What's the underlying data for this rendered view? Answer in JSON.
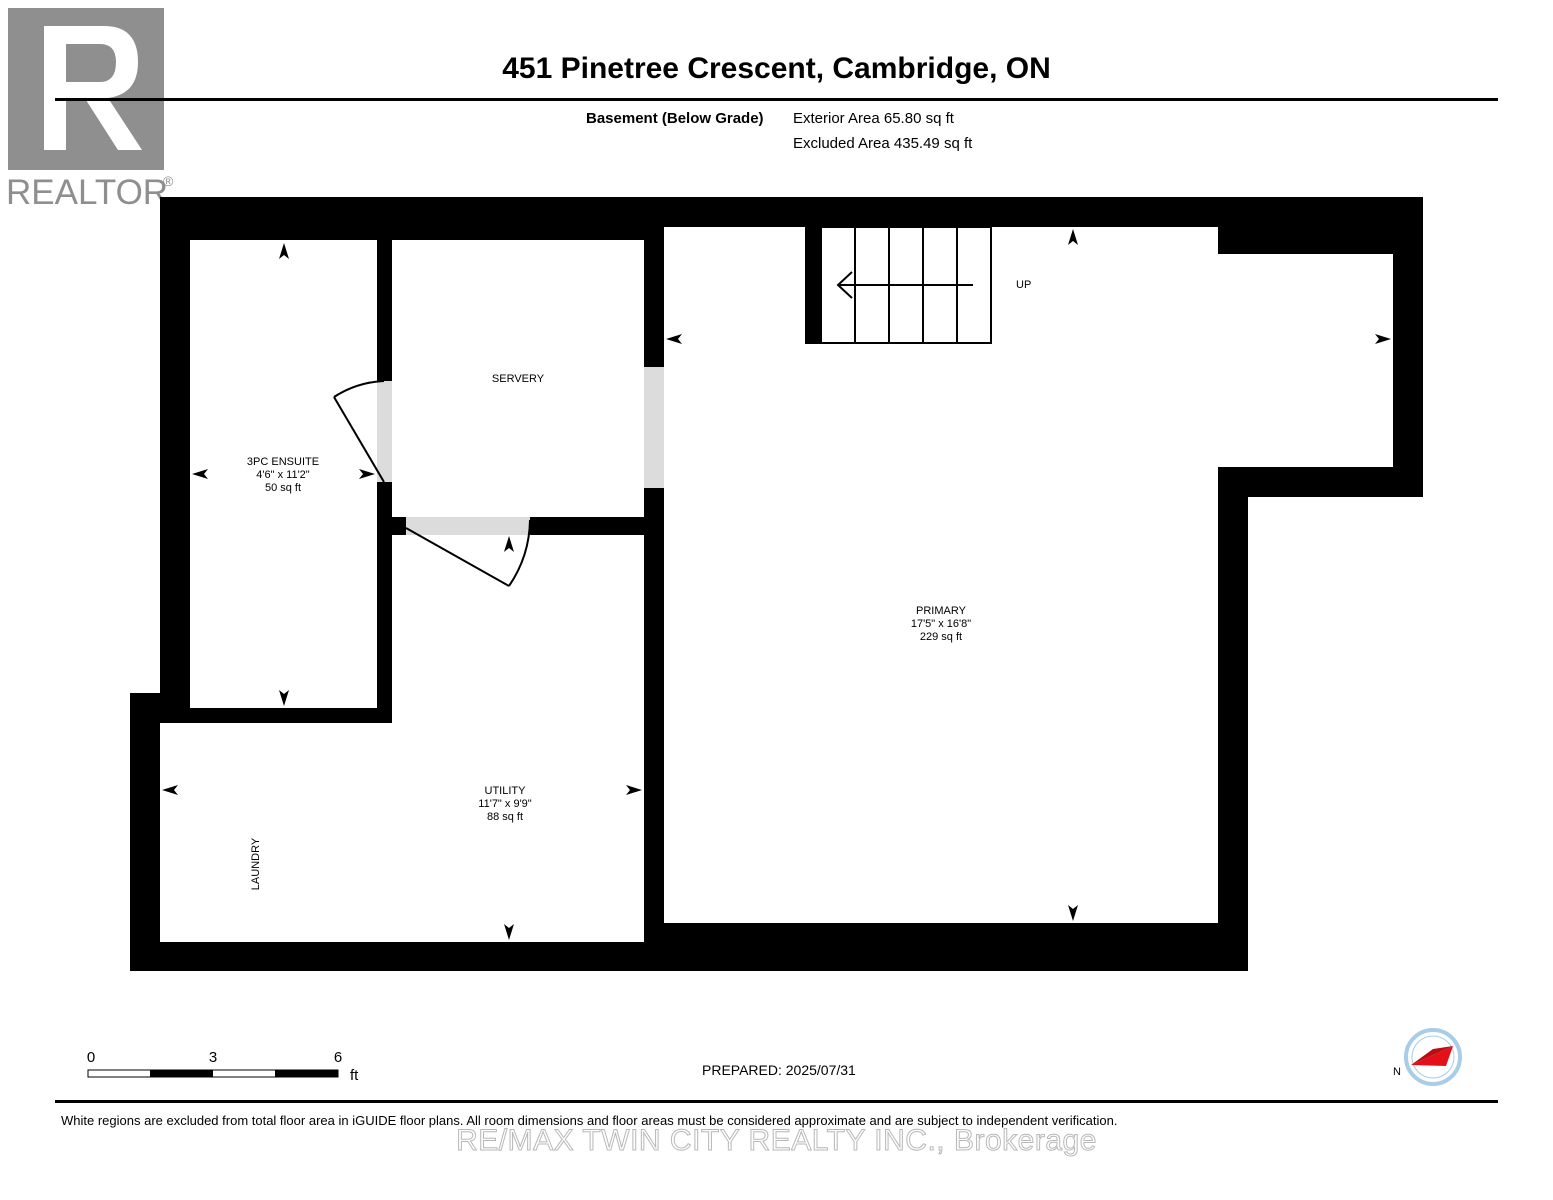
{
  "header": {
    "title": "451 Pinetree Crescent, Cambridge, ON",
    "level_name": "Basement (Below Grade)",
    "exterior_area": "Exterior Area 65.80 sq ft",
    "excluded_area": "Excluded Area 435.49 sq ft"
  },
  "logo": {
    "text": "REALTOR",
    "mark": "®"
  },
  "rooms": {
    "ensuite": {
      "name": "3PC ENSUITE",
      "dims": "4'6\" x 11'2\"",
      "area": "50 sq ft"
    },
    "servery": {
      "name": "SERVERY"
    },
    "primary": {
      "name": "PRIMARY",
      "dims": "17'5\" x 16'8\"",
      "area": "229 sq ft"
    },
    "utility": {
      "name": "UTILITY",
      "dims": "11'7\" x 9'9\"",
      "area": "88 sq ft"
    },
    "laundry": {
      "name": "LAUNDRY"
    },
    "stairs": {
      "label": "UP"
    }
  },
  "scale": {
    "ticks": [
      "0",
      "3",
      "6"
    ],
    "unit": "ft"
  },
  "compass": {
    "label": "N"
  },
  "prepared": "PREPARED: 2025/07/31",
  "disclaimer": "White regions are excluded from total floor area in iGUIDE floor plans. All room dimensions and floor areas must be considered approximate and are subject to independent verification.",
  "watermark": "RE/MAX TWIN CITY REALTY INC., Brokerage",
  "colors": {
    "wall": "#000000",
    "door_opening": "#dcdcdc",
    "logo_gray": "#8f8f8f",
    "compass_red": "#e3101a",
    "compass_blue": "#a8cde8"
  }
}
